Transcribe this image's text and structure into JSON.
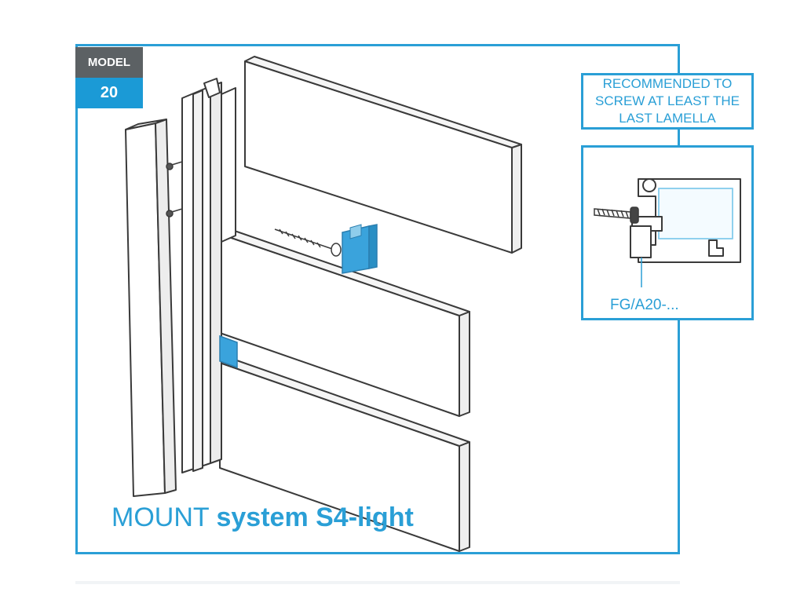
{
  "model": {
    "label": "MODEL",
    "number": "20"
  },
  "recommendation": {
    "text": "RECOMMENDED TO SCREW AT LEAST THE LAST LAMELLA"
  },
  "detail": {
    "profile_code": "FG/A20-..."
  },
  "title": {
    "regular": "MOUNT",
    "bold": "system S4-light"
  },
  "colors": {
    "accent": "#2a9fd6",
    "badge_dark": "#5c6164",
    "clip": "#3aa3dc"
  }
}
